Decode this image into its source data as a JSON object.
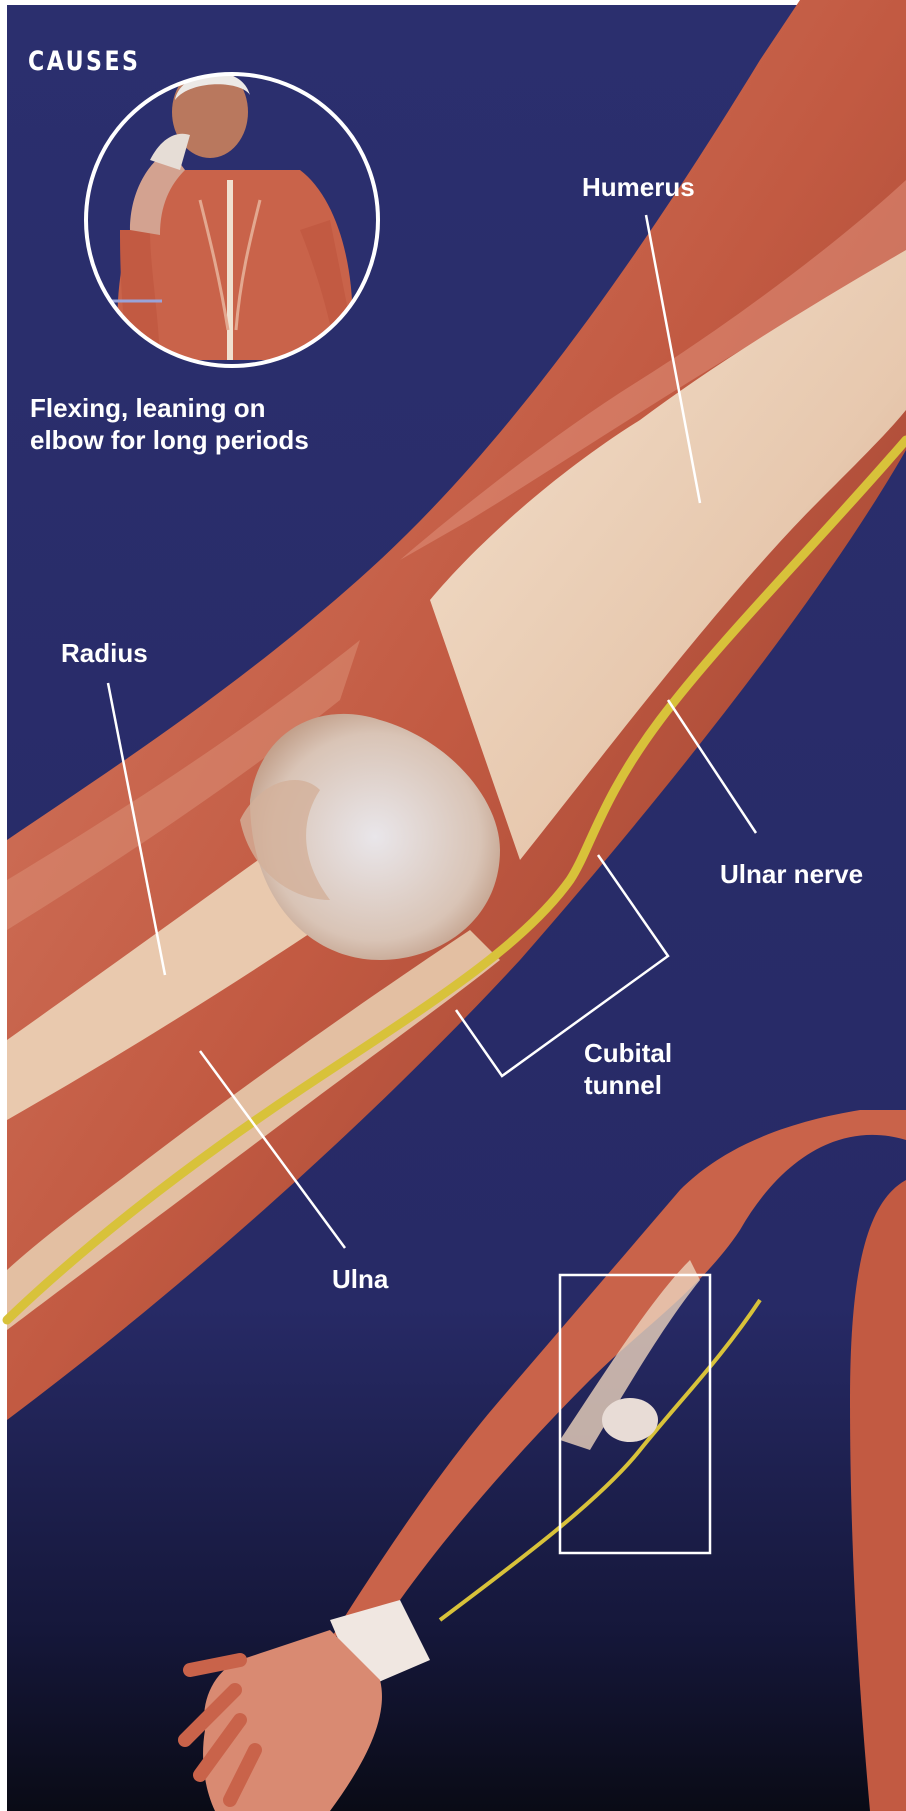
{
  "heading": "CAUSES",
  "caption": "Flexing, leaning on\nelbow for long periods",
  "labels": {
    "humerus": "Humerus",
    "radius": "Radius",
    "ulnar_nerve": "Ulnar nerve",
    "cubital_tunnel": "Cubital\ntunnel",
    "ulna": "Ulna"
  },
  "colors": {
    "background": "#2b2f6e",
    "background_bottom": "#0a0b16",
    "muscle": "#c9634a",
    "bone": "#ecd3bd",
    "nerve": "#d8c23a",
    "leader_line": "#ffffff"
  }
}
